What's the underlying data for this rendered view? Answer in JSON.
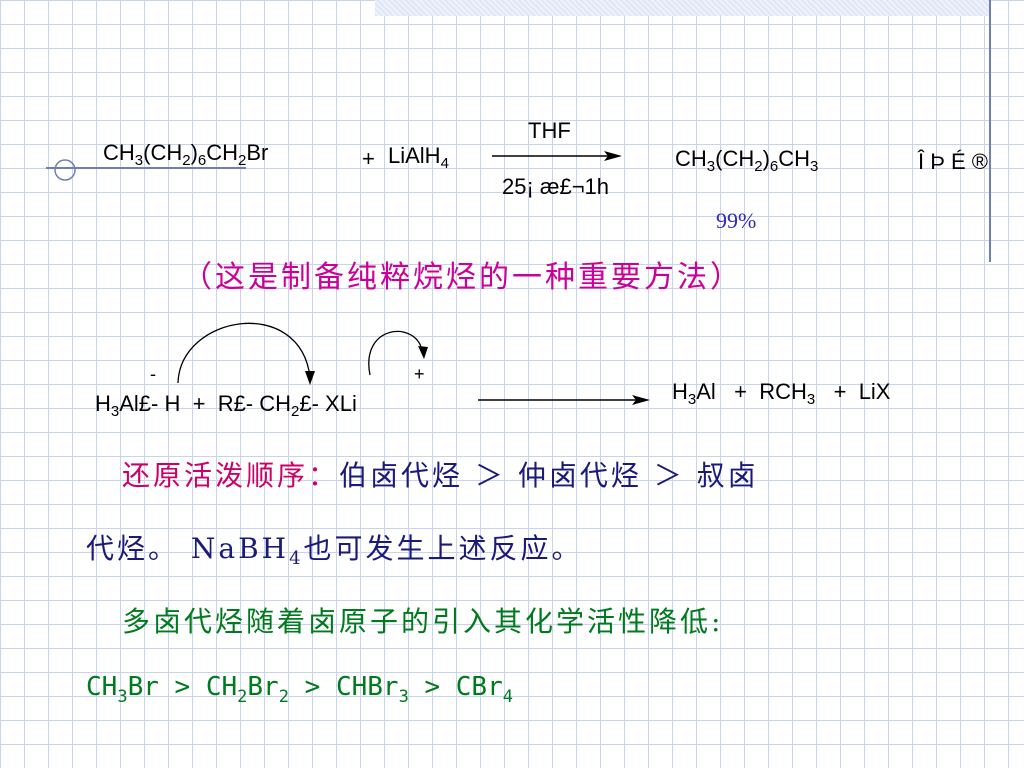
{
  "reaction1": {
    "reactant": {
      "p1": "CH",
      "s1": "3",
      "p2": "(CH",
      "s2": "2",
      "p3": ")",
      "s3": "6",
      "p4": "CH",
      "s4": "2",
      "p5": "Br"
    },
    "plus": "+",
    "reagent": {
      "p1": "LiAlH",
      "s1": "4"
    },
    "arrow_above": "THF",
    "arrow_below": "25¡ æ£¬1h",
    "product": {
      "p1": "CH",
      "s1": "3",
      "p2": "(CH",
      "s2": "2",
      "p3": ")",
      "s3": "6",
      "p4": "CH",
      "s4": "3"
    },
    "garbled_label": "Î Þ É ®",
    "yield": "99%"
  },
  "note": "（这是制备纯粹烷烃的一种重要方法）",
  "mechanism": {
    "minus_sign": "-",
    "plus_sign": "+",
    "left": {
      "p1": "H",
      "s1": "3",
      "p2": "Al£- H",
      "plus": "+",
      "p3": "R£- CH",
      "s2": "2",
      "p4": "£- XLi"
    },
    "right": {
      "p1": "H",
      "s1": "3",
      "p2": "Al",
      "plus1": "+",
      "p3": "RCH",
      "s2": "3",
      "plus2": "+",
      "p4": "LiX"
    }
  },
  "text": {
    "order_label": "还原活泼顺序：",
    "order_body": "伯卤代烃 ＞ 仲卤代烃 ＞ 叔卤",
    "line2_a": "代烃。 NaBH",
    "line2_sub": "4",
    "line2_b": "也可发生上述反应。",
    "line3": "多卤代烃随着卤原子的引入其化学活性降低:"
  },
  "series": {
    "a": "CH",
    "a_sub": "3",
    "a2": "Br",
    "gt1": " > ",
    "b": "CH",
    "b_sub": "2",
    "b2": "Br",
    "b_sub2": "2",
    "gt2": "> ",
    "c": "CHBr",
    "c_sub": "3",
    "gt3": " > ",
    "d": "CBr",
    "d_sub": "4"
  },
  "colors": {
    "red": "#cc0066",
    "navy": "#1a1a7a",
    "green": "#007a1e",
    "blue": "#2d2ab8",
    "grid": "#c9d3ea"
  }
}
